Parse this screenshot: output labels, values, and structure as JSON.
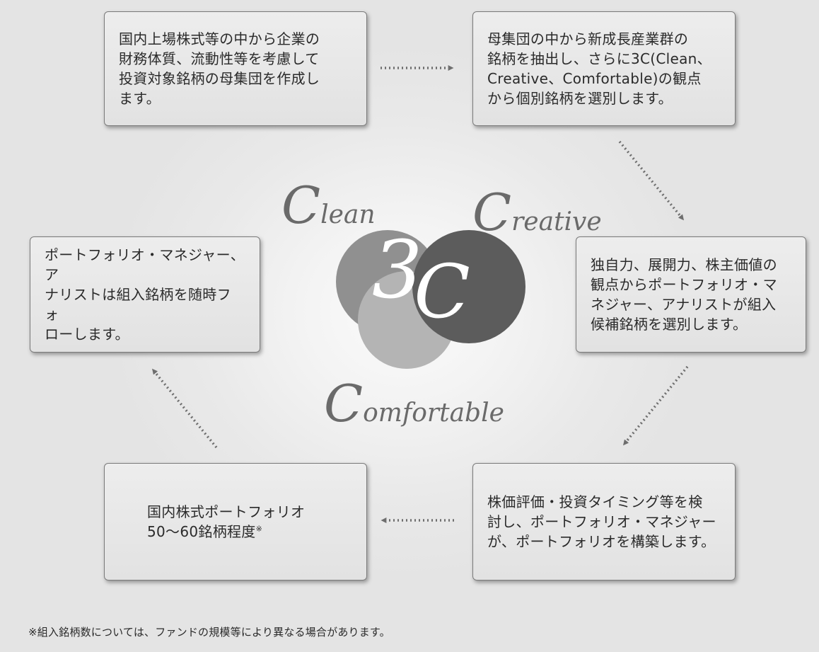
{
  "steps": [
    {
      "lines": [
        "国内上場株式等の中から企業の",
        "財務体質、流動性等を考慮して",
        "投資対象銘柄の母集団を作成し",
        "ます。"
      ]
    },
    {
      "lines": [
        "母集団の中から新成長産業群の",
        "銘柄を抽出し、さらに3C(Clean、",
        "Creative、Comfortable)の観点",
        "から個別銘柄を選別します。"
      ]
    },
    {
      "lines": [
        "独自力、展開力、株主価値の",
        "観点からポートフォリオ・マ",
        "ネジャー、アナリストが組入",
        "候補銘柄を選別します。"
      ]
    },
    {
      "lines": [
        "株価評価・投資タイミング等を検",
        "討し、ポートフォリオ・マネジャー",
        "が、ポートフォリオを構築します。"
      ]
    },
    {
      "lines": [
        "国内株式ポートフォリオ",
        "50〜60銘柄程度"
      ],
      "mark": "※"
    },
    {
      "lines": [
        "ポートフォリオ・マネジャー、ア",
        "ナリストは組入銘柄を随時フォ",
        "ローします。"
      ]
    }
  ],
  "center": {
    "logo_digit": "3",
    "logo_letter": "C",
    "clean": {
      "initial": "C",
      "rest": "lean"
    },
    "creative": {
      "initial": "C",
      "rest": "reative"
    },
    "comfortable": {
      "initial": "C",
      "rest": "omfortable"
    },
    "circle_colors": [
      "#909090",
      "#5c5c5c",
      "#b4b4b4"
    ]
  },
  "footnote": "※組入銘柄数については、ファンドの規模等により異なる場合があります。"
}
